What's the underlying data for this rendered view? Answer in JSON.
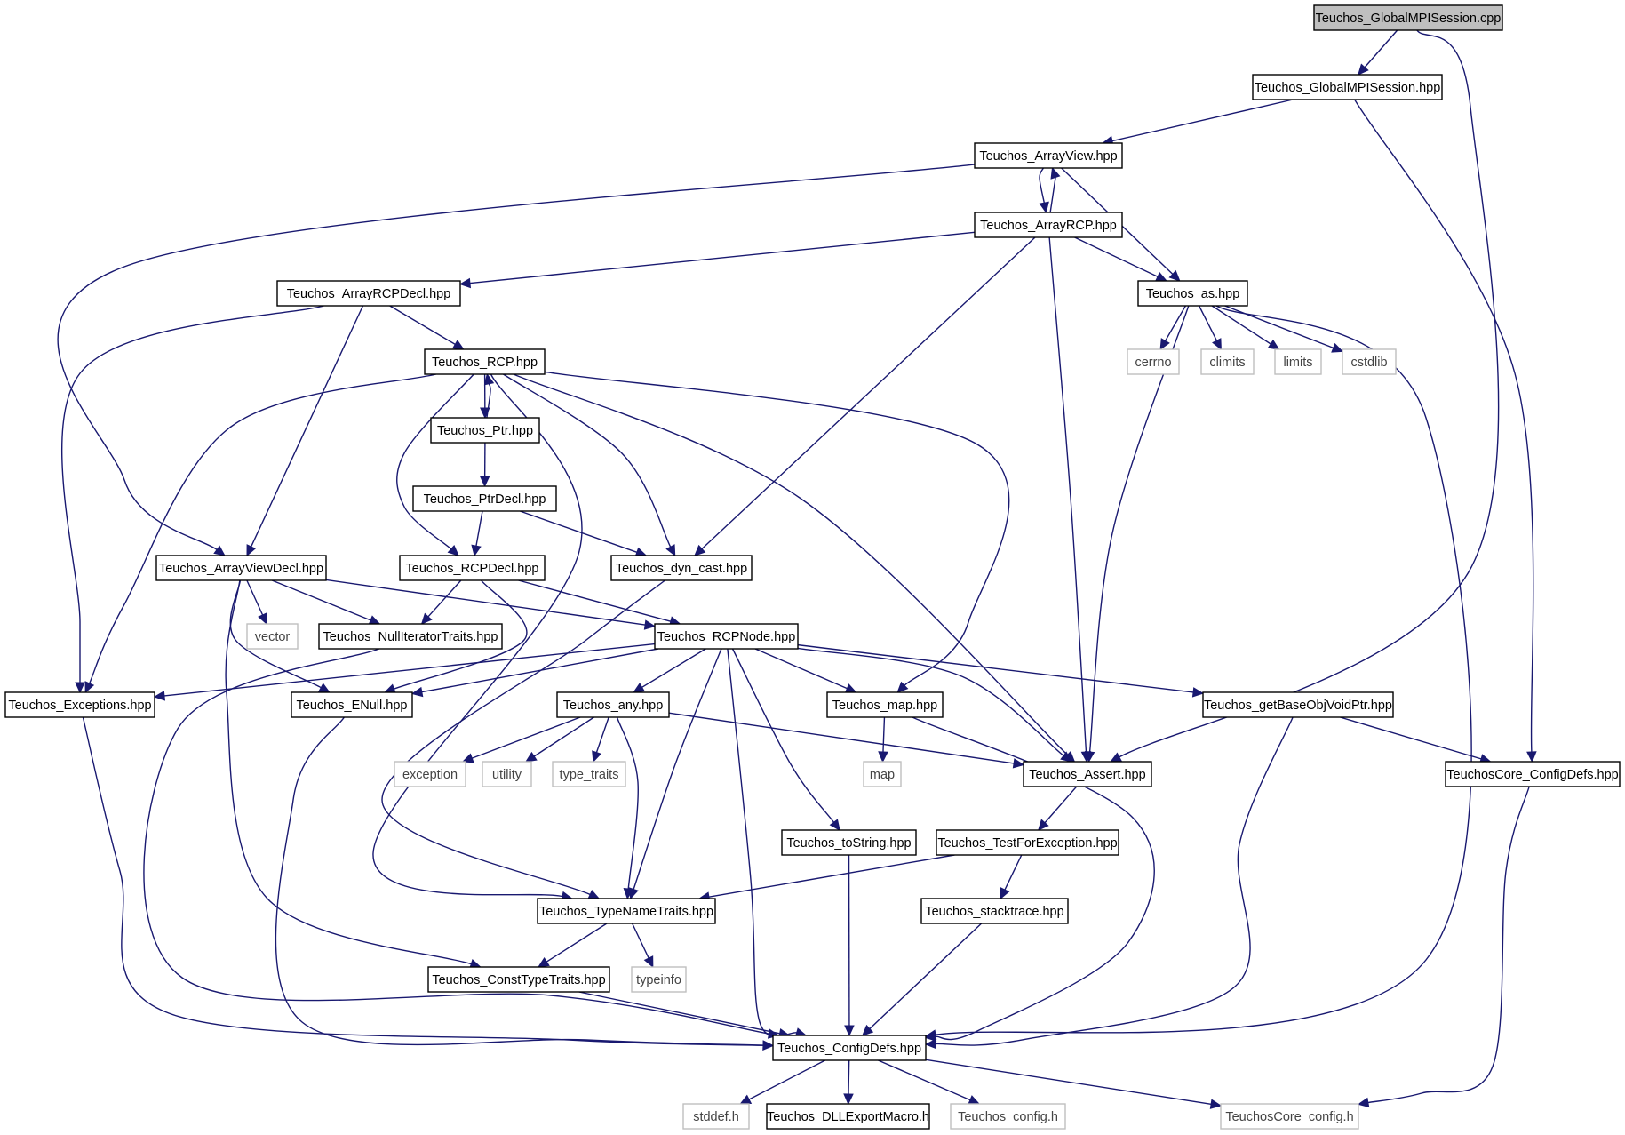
{
  "colors": {
    "edge": "#191970",
    "node_border": "#000000",
    "external_border": "#bfbfbf",
    "root_fill": "#bfbfbf",
    "node_fill": "#ffffff"
  },
  "nodes": [
    {
      "id": "n_root",
      "label": "Teuchos_GlobalMPISession.cpp",
      "kind": "root"
    },
    {
      "id": "n_gmpih",
      "label": "Teuchos_GlobalMPISession.hpp",
      "kind": "header"
    },
    {
      "id": "n_av",
      "label": "Teuchos_ArrayView.hpp",
      "kind": "header"
    },
    {
      "id": "n_arcp",
      "label": "Teuchos_ArrayRCP.hpp",
      "kind": "header"
    },
    {
      "id": "n_arcpd",
      "label": "Teuchos_ArrayRCPDecl.hpp",
      "kind": "header"
    },
    {
      "id": "n_as",
      "label": "Teuchos_as.hpp",
      "kind": "header"
    },
    {
      "id": "n_cerrno",
      "label": "cerrno",
      "kind": "external"
    },
    {
      "id": "n_climits",
      "label": "climits",
      "kind": "external"
    },
    {
      "id": "n_limits",
      "label": "limits",
      "kind": "external"
    },
    {
      "id": "n_cstdlib",
      "label": "cstdlib",
      "kind": "external"
    },
    {
      "id": "n_rcp",
      "label": "Teuchos_RCP.hpp",
      "kind": "header"
    },
    {
      "id": "n_ptr",
      "label": "Teuchos_Ptr.hpp",
      "kind": "header"
    },
    {
      "id": "n_ptrd",
      "label": "Teuchos_PtrDecl.hpp",
      "kind": "header"
    },
    {
      "id": "n_avd",
      "label": "Teuchos_ArrayViewDecl.hpp",
      "kind": "header"
    },
    {
      "id": "n_rcpd",
      "label": "Teuchos_RCPDecl.hpp",
      "kind": "header"
    },
    {
      "id": "n_dyn",
      "label": "Teuchos_dyn_cast.hpp",
      "kind": "header"
    },
    {
      "id": "n_vector",
      "label": "vector",
      "kind": "external"
    },
    {
      "id": "n_nit",
      "label": "Teuchos_NullIteratorTraits.hpp",
      "kind": "header"
    },
    {
      "id": "n_rcpn",
      "label": "Teuchos_RCPNode.hpp",
      "kind": "header"
    },
    {
      "id": "n_exc",
      "label": "Teuchos_Exceptions.hpp",
      "kind": "header"
    },
    {
      "id": "n_enull",
      "label": "Teuchos_ENull.hpp",
      "kind": "header"
    },
    {
      "id": "n_any",
      "label": "Teuchos_any.hpp",
      "kind": "header"
    },
    {
      "id": "n_map",
      "label": "Teuchos_map.hpp",
      "kind": "header"
    },
    {
      "id": "n_gbo",
      "label": "Teuchos_getBaseObjVoidPtr.hpp",
      "kind": "header"
    },
    {
      "id": "n_exception",
      "label": "exception",
      "kind": "external"
    },
    {
      "id": "n_utility",
      "label": "utility",
      "kind": "external"
    },
    {
      "id": "n_tt",
      "label": "type_traits",
      "kind": "external"
    },
    {
      "id": "n_mapstd",
      "label": "map",
      "kind": "external"
    },
    {
      "id": "n_assert",
      "label": "Teuchos_Assert.hpp",
      "kind": "header"
    },
    {
      "id": "n_ccd",
      "label": "TeuchosCore_ConfigDefs.hpp",
      "kind": "header"
    },
    {
      "id": "n_tostr",
      "label": "Teuchos_toString.hpp",
      "kind": "header"
    },
    {
      "id": "n_tfe",
      "label": "Teuchos_TestForException.hpp",
      "kind": "header"
    },
    {
      "id": "n_tnt",
      "label": "Teuchos_TypeNameTraits.hpp",
      "kind": "header"
    },
    {
      "id": "n_st",
      "label": "Teuchos_stacktrace.hpp",
      "kind": "header"
    },
    {
      "id": "n_ctt",
      "label": "Teuchos_ConstTypeTraits.hpp",
      "kind": "header"
    },
    {
      "id": "n_typeinfo",
      "label": "typeinfo",
      "kind": "external"
    },
    {
      "id": "n_cd",
      "label": "Teuchos_ConfigDefs.hpp",
      "kind": "header"
    },
    {
      "id": "n_stddef",
      "label": "stddef.h",
      "kind": "external"
    },
    {
      "id": "n_dll",
      "label": "Teuchos_DLLExportMacro.h",
      "kind": "header"
    },
    {
      "id": "n_config",
      "label": "Teuchos_config.h",
      "kind": "external"
    },
    {
      "id": "n_ccfg",
      "label": "TeuchosCore_config.h",
      "kind": "external"
    }
  ],
  "edges": [
    [
      "n_root",
      "n_gmpih"
    ],
    [
      "n_root",
      "n_assert"
    ],
    [
      "n_gmpih",
      "n_av"
    ],
    [
      "n_gmpih",
      "n_ccd"
    ],
    [
      "n_av",
      "n_arcp"
    ],
    [
      "n_av",
      "n_avd"
    ],
    [
      "n_av",
      "n_as"
    ],
    [
      "n_arcp",
      "n_av"
    ],
    [
      "n_arcp",
      "n_arcpd"
    ],
    [
      "n_arcp",
      "n_as"
    ],
    [
      "n_arcp",
      "n_dyn"
    ],
    [
      "n_arcp",
      "n_assert"
    ],
    [
      "n_arcpd",
      "n_rcp"
    ],
    [
      "n_arcpd",
      "n_avd"
    ],
    [
      "n_arcpd",
      "n_exc"
    ],
    [
      "n_as",
      "n_cerrno"
    ],
    [
      "n_as",
      "n_climits"
    ],
    [
      "n_as",
      "n_limits"
    ],
    [
      "n_as",
      "n_cstdlib"
    ],
    [
      "n_as",
      "n_assert"
    ],
    [
      "n_as",
      "n_cd"
    ],
    [
      "n_rcp",
      "n_ptr"
    ],
    [
      "n_rcp",
      "n_rcpd"
    ],
    [
      "n_rcp",
      "n_dyn"
    ],
    [
      "n_rcp",
      "n_exc"
    ],
    [
      "n_rcp",
      "n_map"
    ],
    [
      "n_rcp",
      "n_assert"
    ],
    [
      "n_rcp",
      "n_tnt"
    ],
    [
      "n_ptr",
      "n_rcp"
    ],
    [
      "n_ptr",
      "n_ptrd"
    ],
    [
      "n_ptrd",
      "n_rcpd"
    ],
    [
      "n_ptrd",
      "n_dyn"
    ],
    [
      "n_rcpd",
      "n_nit"
    ],
    [
      "n_rcpd",
      "n_rcpn"
    ],
    [
      "n_rcpd",
      "n_enull"
    ],
    [
      "n_avd",
      "n_vector"
    ],
    [
      "n_avd",
      "n_nit"
    ],
    [
      "n_avd",
      "n_rcpn"
    ],
    [
      "n_avd",
      "n_enull"
    ],
    [
      "n_avd",
      "n_ctt"
    ],
    [
      "n_dyn",
      "n_tnt"
    ],
    [
      "n_nit",
      "n_cd"
    ],
    [
      "n_rcpn",
      "n_exc"
    ],
    [
      "n_rcpn",
      "n_enull"
    ],
    [
      "n_rcpn",
      "n_any"
    ],
    [
      "n_rcpn",
      "n_map"
    ],
    [
      "n_rcpn",
      "n_gbo"
    ],
    [
      "n_rcpn",
      "n_assert"
    ],
    [
      "n_rcpn",
      "n_tostr"
    ],
    [
      "n_rcpn",
      "n_tnt"
    ],
    [
      "n_rcpn",
      "n_cd"
    ],
    [
      "n_exc",
      "n_cd"
    ],
    [
      "n_enull",
      "n_cd"
    ],
    [
      "n_any",
      "n_exception"
    ],
    [
      "n_any",
      "n_utility"
    ],
    [
      "n_any",
      "n_tt"
    ],
    [
      "n_any",
      "n_tnt"
    ],
    [
      "n_any",
      "n_assert"
    ],
    [
      "n_map",
      "n_mapstd"
    ],
    [
      "n_map",
      "n_cd"
    ],
    [
      "n_gbo",
      "n_ccd"
    ],
    [
      "n_gbo",
      "n_cd"
    ],
    [
      "n_assert",
      "n_tfe"
    ],
    [
      "n_ccd",
      "n_ccfg"
    ],
    [
      "n_tostr",
      "n_cd"
    ],
    [
      "n_tfe",
      "n_tnt"
    ],
    [
      "n_tfe",
      "n_st"
    ],
    [
      "n_tnt",
      "n_ctt"
    ],
    [
      "n_tnt",
      "n_typeinfo"
    ],
    [
      "n_st",
      "n_cd"
    ],
    [
      "n_ctt",
      "n_cd"
    ],
    [
      "n_cd",
      "n_stddef"
    ],
    [
      "n_cd",
      "n_dll"
    ],
    [
      "n_cd",
      "n_config"
    ],
    [
      "n_cd",
      "n_ccfg"
    ]
  ]
}
